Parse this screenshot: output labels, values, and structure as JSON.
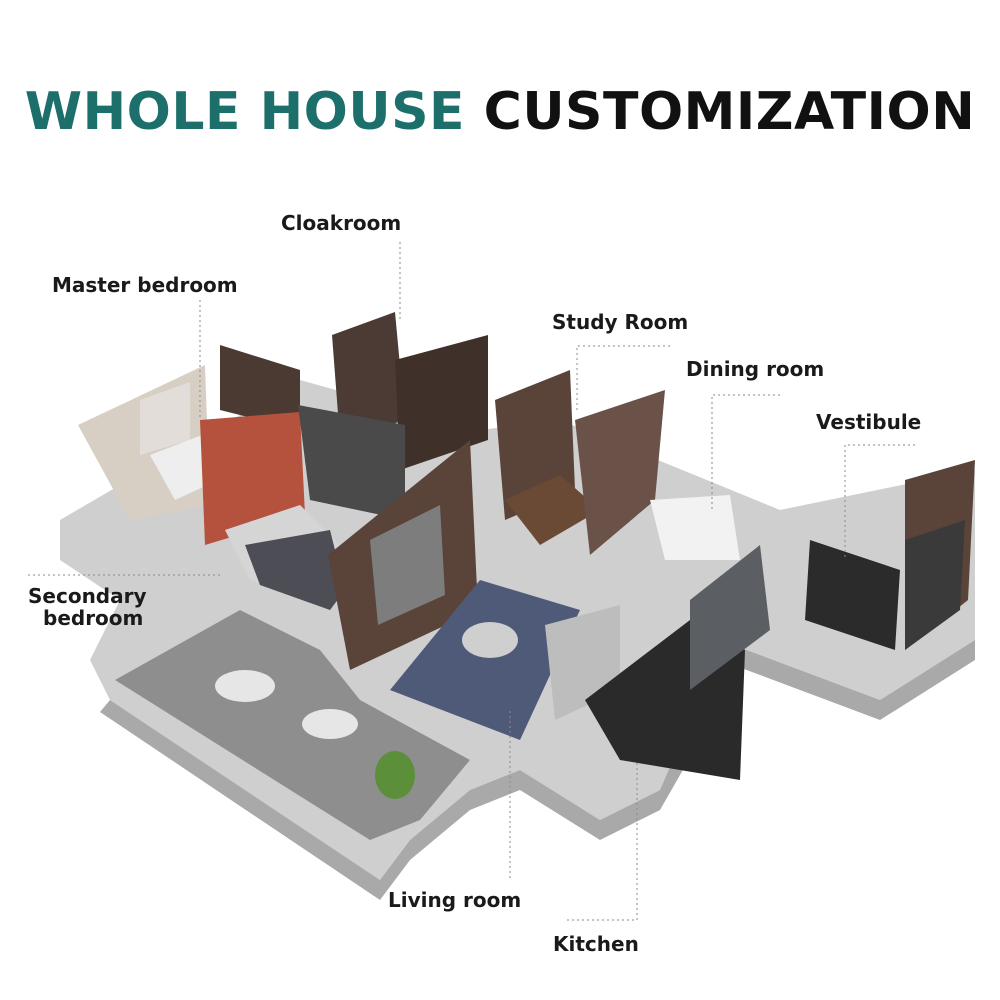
{
  "title": {
    "part1": "WHOLE HOUSE",
    "part2": "CUSTOMIZATION"
  },
  "colors": {
    "accent": "#1d6f6b",
    "title_dark": "#111111"
  },
  "labels": {
    "cloakroom": "Cloakroom",
    "master_bedroom": "Master bedroom",
    "study_room": "Study Room",
    "dining_room": "Dining room",
    "vestibule": "Vestibule",
    "secondary_bedroom_line1": "Secondary",
    "secondary_bedroom_line2": "bedroom",
    "living_room": "Living room",
    "kitchen": "Kitchen"
  }
}
